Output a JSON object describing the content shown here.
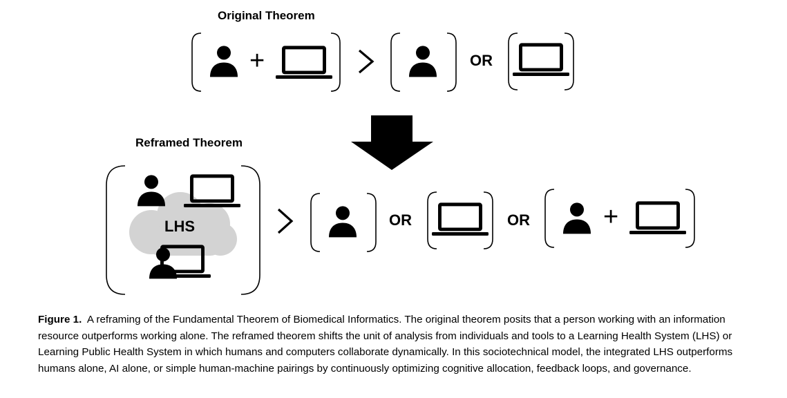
{
  "original": {
    "heading": "Original Theorem",
    "operator_plus": "+",
    "operator_greater": ">",
    "or_label": "OR"
  },
  "reframed": {
    "heading": "Reframed Theorem",
    "lhs_label": "LHS",
    "operator_greater": ">",
    "or_label_1": "OR",
    "or_label_2": "OR",
    "operator_plus": "+"
  },
  "icons": [
    "person-icon",
    "laptop-icon",
    "cloud-icon",
    "down-arrow-icon"
  ],
  "colors": {
    "ink": "#000000",
    "cloud": "#d3d3d3",
    "background": "#ffffff"
  },
  "caption": {
    "label": "Figure 1.",
    "text": "A reframing of the Fundamental Theorem of Biomedical Informatics. The original theorem posits that a person working with an information resource outperforms working alone. The reframed theorem shifts the unit of analysis from individuals and tools to a Learning Health System (LHS) or Learning Public Health System in which humans and computers collaborate dynamically. In this sociotechnical model, the integrated LHS outperforms humans alone, AI alone, or simple human-machine pairings by continuously optimizing cognitive allocation, feedback loops, and governance."
  }
}
